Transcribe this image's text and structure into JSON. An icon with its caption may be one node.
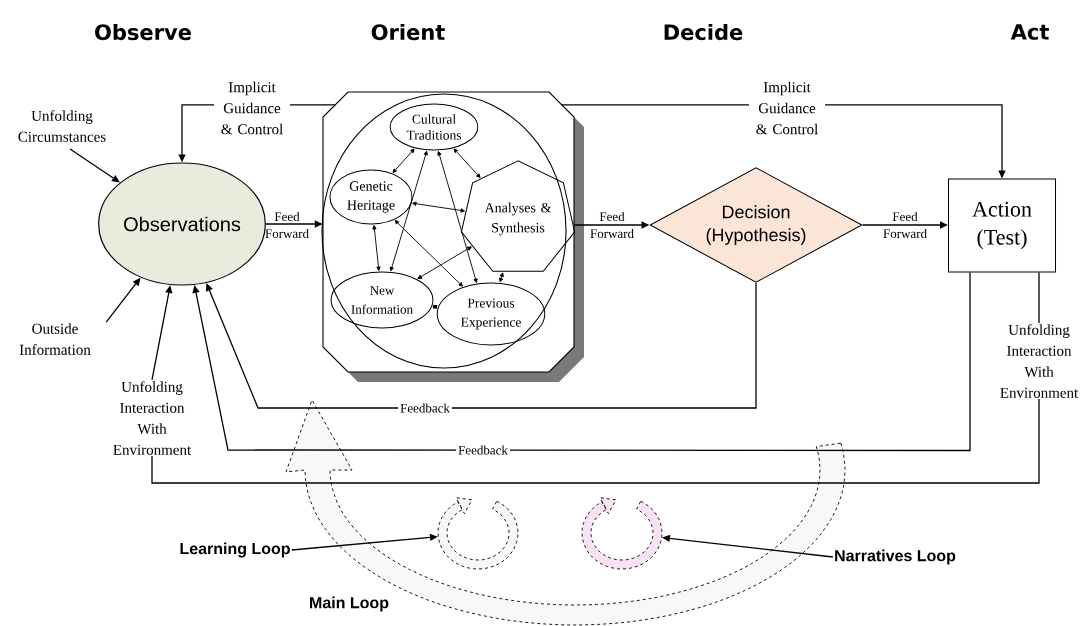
{
  "diagram": {
    "nodes": [
      {
        "text": [
          "Unfolding Circumstances"
        ]
      },
      {
        "text": [
          "Outside Information"
        ]
      },
      {
        "text": [
          "Unfolding Interaction With Environment"
        ]
      },
      {
        "text": [
          "Observations"
        ]
      },
      {
        "text": [],
        "shape": "octagon"
      },
      {
        "text": [],
        "shape": "circle",
        "in": 4
      },
      {
        "text": [
          "Cultural Traditions"
        ],
        "in": 5
      },
      {
        "text": [
          "Genetic Heritage"
        ],
        "in": 5
      },
      {
        "text": [
          "Analyses & Synthesis"
        ],
        "in": 5
      },
      {
        "text": [
          "New Information"
        ],
        "in": 5
      },
      {
        "text": [
          "Previous Experience"
        ],
        "in": 5
      },
      {
        "text": [
          "Decision (Hypothesis)"
        ]
      },
      {
        "text": [
          "Action (Test)"
        ]
      },
      {
        "text": [
          "Unfolding Interaction With Environment"
        ]
      },
      {
        "text": [
          "Learning Loop"
        ]
      },
      {
        "text": [],
        "shape": "picture"
      },
      {
        "text": [
          "Narratives Loop"
        ]
      },
      {
        "text": [],
        "shape": "picture"
      }
    ],
    "edges": [
      {
        "from": 0,
        "to": 3,
        "arrow": "to"
      },
      {
        "from": 1,
        "to": 3,
        "arrow": "to"
      },
      {
        "from": 2,
        "to": 3,
        "arrow": "to"
      },
      {
        "from": 4,
        "to": 3,
        "arrow": "to",
        "label": "Implicit Guidance & Control"
      },
      {
        "from": 4,
        "to": 12,
        "arrow": "to",
        "label": "Implicit Guidance & Control"
      },
      {
        "from": 3,
        "to": 4,
        "arrow": "to",
        "label": "Feed Forward"
      },
      {
        "from": 4,
        "to": 11,
        "arrow": "to",
        "label": "Feed Forward"
      },
      {
        "from": 11,
        "to": 12,
        "arrow": "to",
        "label": "Feed Forward"
      },
      {
        "from": 11,
        "to": 3,
        "arrow": "to",
        "label": "Feedback"
      },
      {
        "from": 12,
        "to": 3,
        "arrow": "to",
        "label": "Feedback"
      },
      {
        "from": 12,
        "to": 13,
        "arrow": "none"
      },
      {
        "from": 13,
        "to": 2,
        "arrow": "none"
      },
      {
        "from": 6,
        "to": 7,
        "arrow": "both"
      },
      {
        "from": 6,
        "to": 8,
        "arrow": "both"
      },
      {
        "from": 6,
        "to": 9,
        "arrow": "both"
      },
      {
        "from": 6,
        "to": 10,
        "arrow": "both"
      },
      {
        "from": 7,
        "to": 8,
        "arrow": "both"
      },
      {
        "from": 7,
        "to": 9,
        "arrow": "both"
      },
      {
        "from": 7,
        "to": 10,
        "arrow": "both"
      },
      {
        "from": 8,
        "to": 9,
        "arrow": "both"
      },
      {
        "from": 8,
        "to": 10,
        "arrow": "both"
      },
      {
        "from": 9,
        "to": 10,
        "arrow": "both"
      },
      {
        "from": 14,
        "to": 15,
        "arrow": "to"
      },
      {
        "from": 16,
        "to": 17,
        "arrow": "to"
      }
    ],
    "labels": [
      "Observe",
      "Orient",
      "Decide",
      "Act",
      "Main Loop"
    ]
  }
}
